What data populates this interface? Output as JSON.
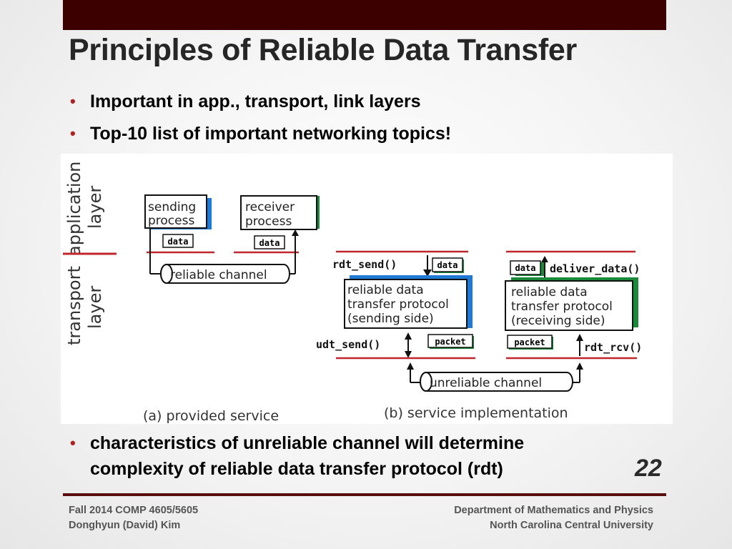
{
  "slide": {
    "title": "Principles of Reliable Data Transfer",
    "bullets": [
      "Important in app., transport, link layers",
      "Top-10 list of important networking topics!"
    ],
    "bottom_bullet_line1": "characteristics of unreliable channel will determine",
    "bottom_bullet_line2": "complexity of reliable data transfer protocol (rdt)",
    "page_number": "22"
  },
  "footer": {
    "left_line1": "Fall 2014 COMP 4605/5605",
    "left_line2": "Donghyun (David) Kim",
    "right_line1": "Department of Mathematics and Physics",
    "right_line2": "North Carolina Central University"
  },
  "figure": {
    "layer_labels": {
      "application_1": "application",
      "application_2": "layer",
      "transport_1": "transport",
      "transport_2": "layer"
    },
    "panel_a": {
      "sending_process_1": "sending",
      "sending_process_2": "process",
      "receiver_process_1": "receiver",
      "receiver_process_2": "process",
      "data_left": "data",
      "data_right": "data",
      "channel": "reliable channel",
      "caption": "(a)  provided service"
    },
    "panel_b": {
      "rdt_send": "rdt_send()",
      "data_send": "data",
      "sender_1": "reliable data",
      "sender_2": "transfer protocol",
      "sender_3": "(sending side)",
      "udt_send": "udt_send()",
      "packet_send": "packet",
      "data_recv": "data",
      "deliver_data": "deliver_data()",
      "receiver_1": "reliable data",
      "receiver_2": "transfer protocol",
      "receiver_3": "(receiving side)",
      "packet_recv": "packet",
      "rdt_rcv": "rdt_rcv()",
      "channel": "unreliable channel",
      "caption": "(b) service implementation"
    },
    "colors": {
      "accent_red": "#c0272d",
      "blue": "#1f7ad6",
      "green": "#1a8a3a",
      "bar": "#3d0000"
    }
  }
}
